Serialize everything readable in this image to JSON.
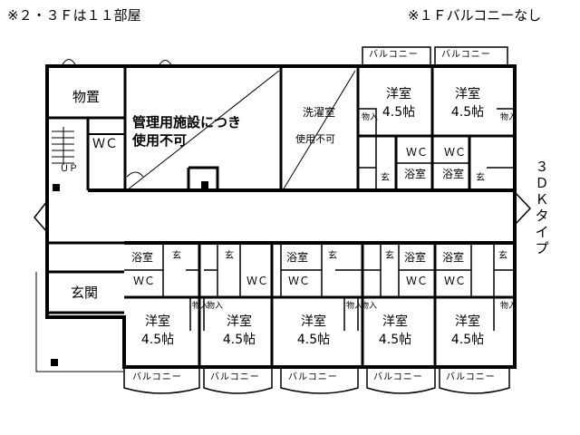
{
  "notes": {
    "top_left": "※２・３Ｆは１１部屋",
    "top_right": "※１Ｆバルコニーなし"
  },
  "type_label": "３ＤＫタイプ",
  "storage": "物置",
  "wc": "ＷＣ",
  "up": "ＵＰ",
  "entrance": "玄関",
  "management": {
    "line1": "管理用施設につき",
    "line2": "使用不可"
  },
  "laundry": {
    "line1": "洗濯室",
    "line2": "使用不可"
  },
  "room": {
    "name": "洋室",
    "size": "4.5帖"
  },
  "bath": "浴室",
  "genkan_short": "玄",
  "closet": "物入",
  "balcony": "バルコニー"
}
